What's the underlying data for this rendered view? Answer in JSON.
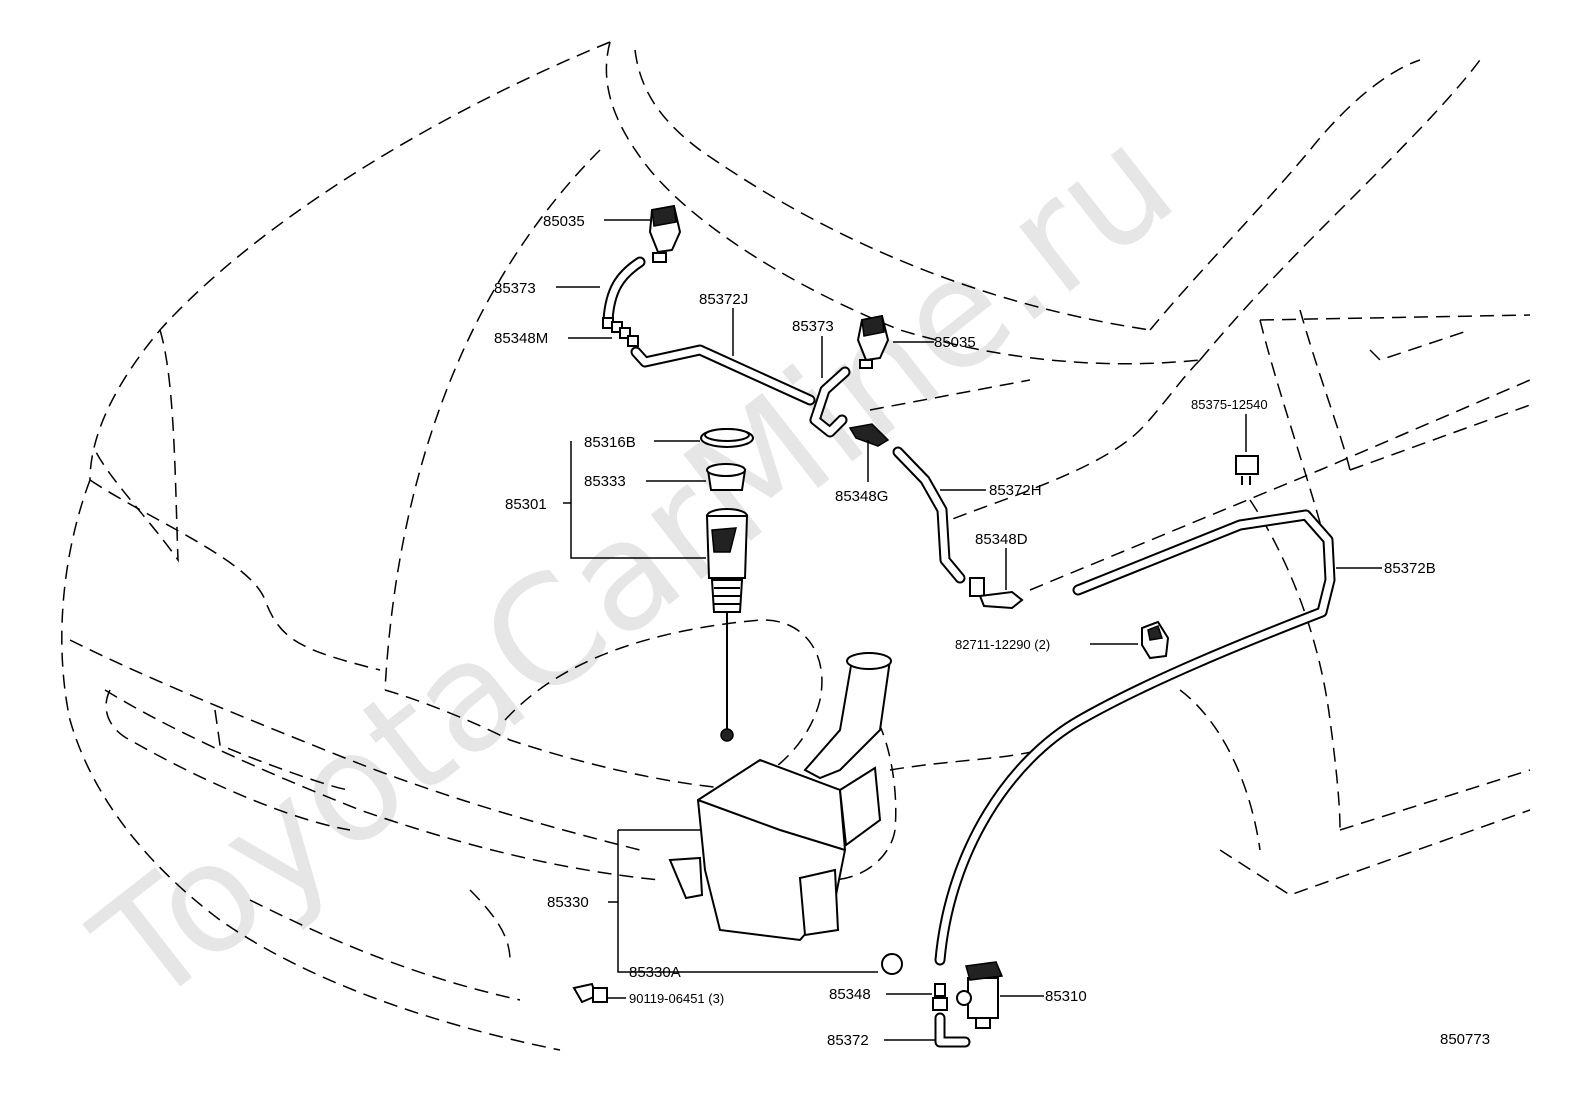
{
  "watermark": "ToyotaCarMine.ru",
  "diagram_id": "850773",
  "callouts": {
    "c85035_left": "85035",
    "c85373_left": "85373",
    "c85348M": "85348M",
    "c85372J": "85372J",
    "c85373_right": "85373",
    "c85035_right": "85035",
    "c85316B": "85316B",
    "c85333": "85333",
    "c85301": "85301",
    "c85348G": "85348G",
    "c85372H": "85372H",
    "c85375": "85375-12540",
    "c85348D": "85348D",
    "c85372B": "85372B",
    "c82711": "82711-12290 (2)",
    "c85330": "85330",
    "c85330A": "85330A",
    "c90119": "90119-06451 (3)",
    "c85348": "85348",
    "c85310": "85310",
    "c85372": "85372"
  }
}
